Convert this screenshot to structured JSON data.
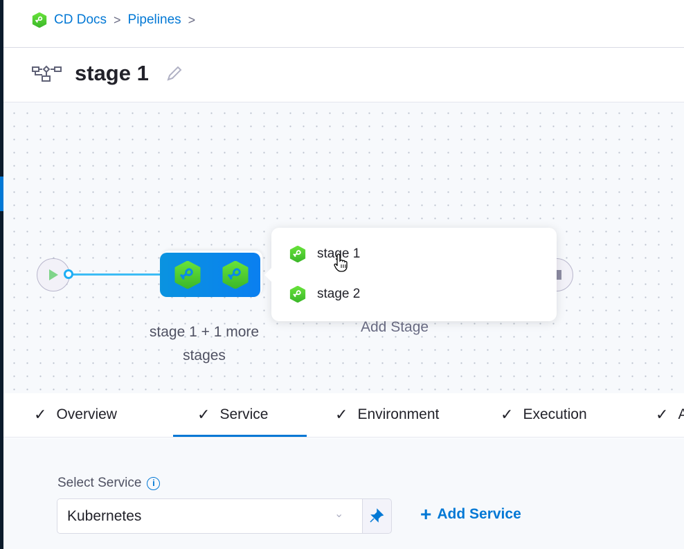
{
  "breadcrumb": {
    "items": [
      "CD Docs",
      "Pipelines"
    ]
  },
  "header": {
    "title": "stage 1"
  },
  "pipeline": {
    "group_label": "stage 1 + 1 more stages",
    "add_stage_label": "Add Stage",
    "popover_items": [
      "stage 1",
      "stage 2"
    ]
  },
  "tabs": [
    {
      "label": "Overview",
      "checked": true
    },
    {
      "label": "Service",
      "checked": true,
      "active": true
    },
    {
      "label": "Environment",
      "checked": true
    },
    {
      "label": "Execution",
      "checked": true
    },
    {
      "label": "A",
      "checked": true
    }
  ],
  "form": {
    "select_service_label": "Select Service",
    "service_value": "Kubernetes",
    "add_service_label": "Add Service"
  },
  "colors": {
    "accent": "#0278d5",
    "stage_green": "#4dc830",
    "node_blue": "#0a8ae8"
  }
}
